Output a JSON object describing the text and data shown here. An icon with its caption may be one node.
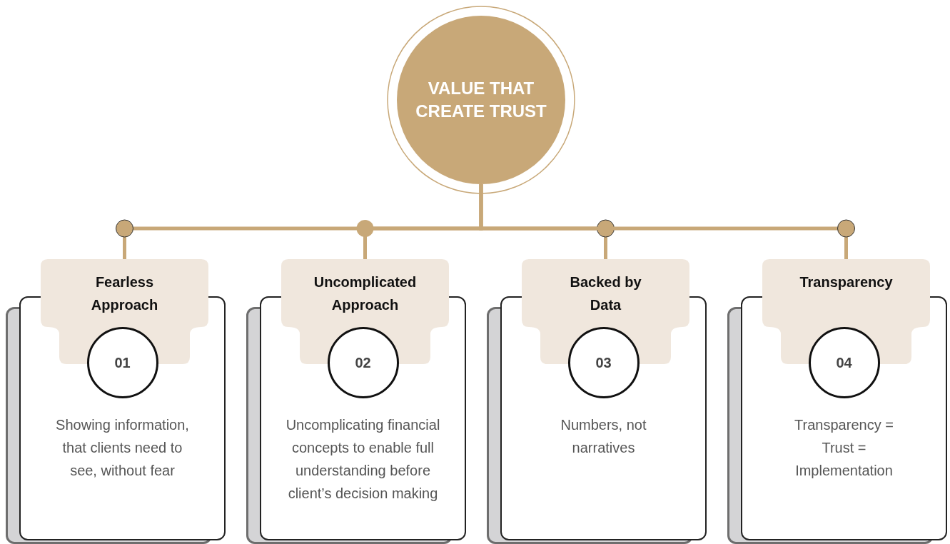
{
  "diagram": {
    "nodes": [
      {
        "text": [
          "VALUE THAT CREATE TRUST"
        ]
      },
      {
        "text": [
          "Showing information, that clients need to see, without fear"
        ]
      },
      {
        "text": [
          "Fearless Approach"
        ]
      },
      {
        "text": [
          "01"
        ],
        "in": 1
      },
      {
        "text": [
          "Uncomplicating financial concepts to enable full understanding before client’s decision making"
        ]
      },
      {
        "text": [
          "Uncomplicated Approach"
        ]
      },
      {
        "text": [
          "02"
        ],
        "in": 4
      },
      {
        "text": [
          "Numbers, not narratives"
        ]
      },
      {
        "text": [
          "Backed by Data"
        ]
      },
      {
        "text": [
          "03"
        ],
        "in": 7
      },
      {
        "text": [
          "Transparency = Trust = Implementation"
        ]
      },
      {
        "text": [
          "Transparency"
        ]
      },
      {
        "text": [
          "04"
        ],
        "in": 10
      }
    ],
    "edges": [
      {
        "from": 0,
        "to": 2,
        "arrow": "none"
      },
      {
        "from": 0,
        "to": 5,
        "arrow": "none"
      },
      {
        "from": 0,
        "to": 8,
        "arrow": "none"
      },
      {
        "from": 0,
        "to": 11,
        "arrow": "none"
      }
    ]
  }
}
